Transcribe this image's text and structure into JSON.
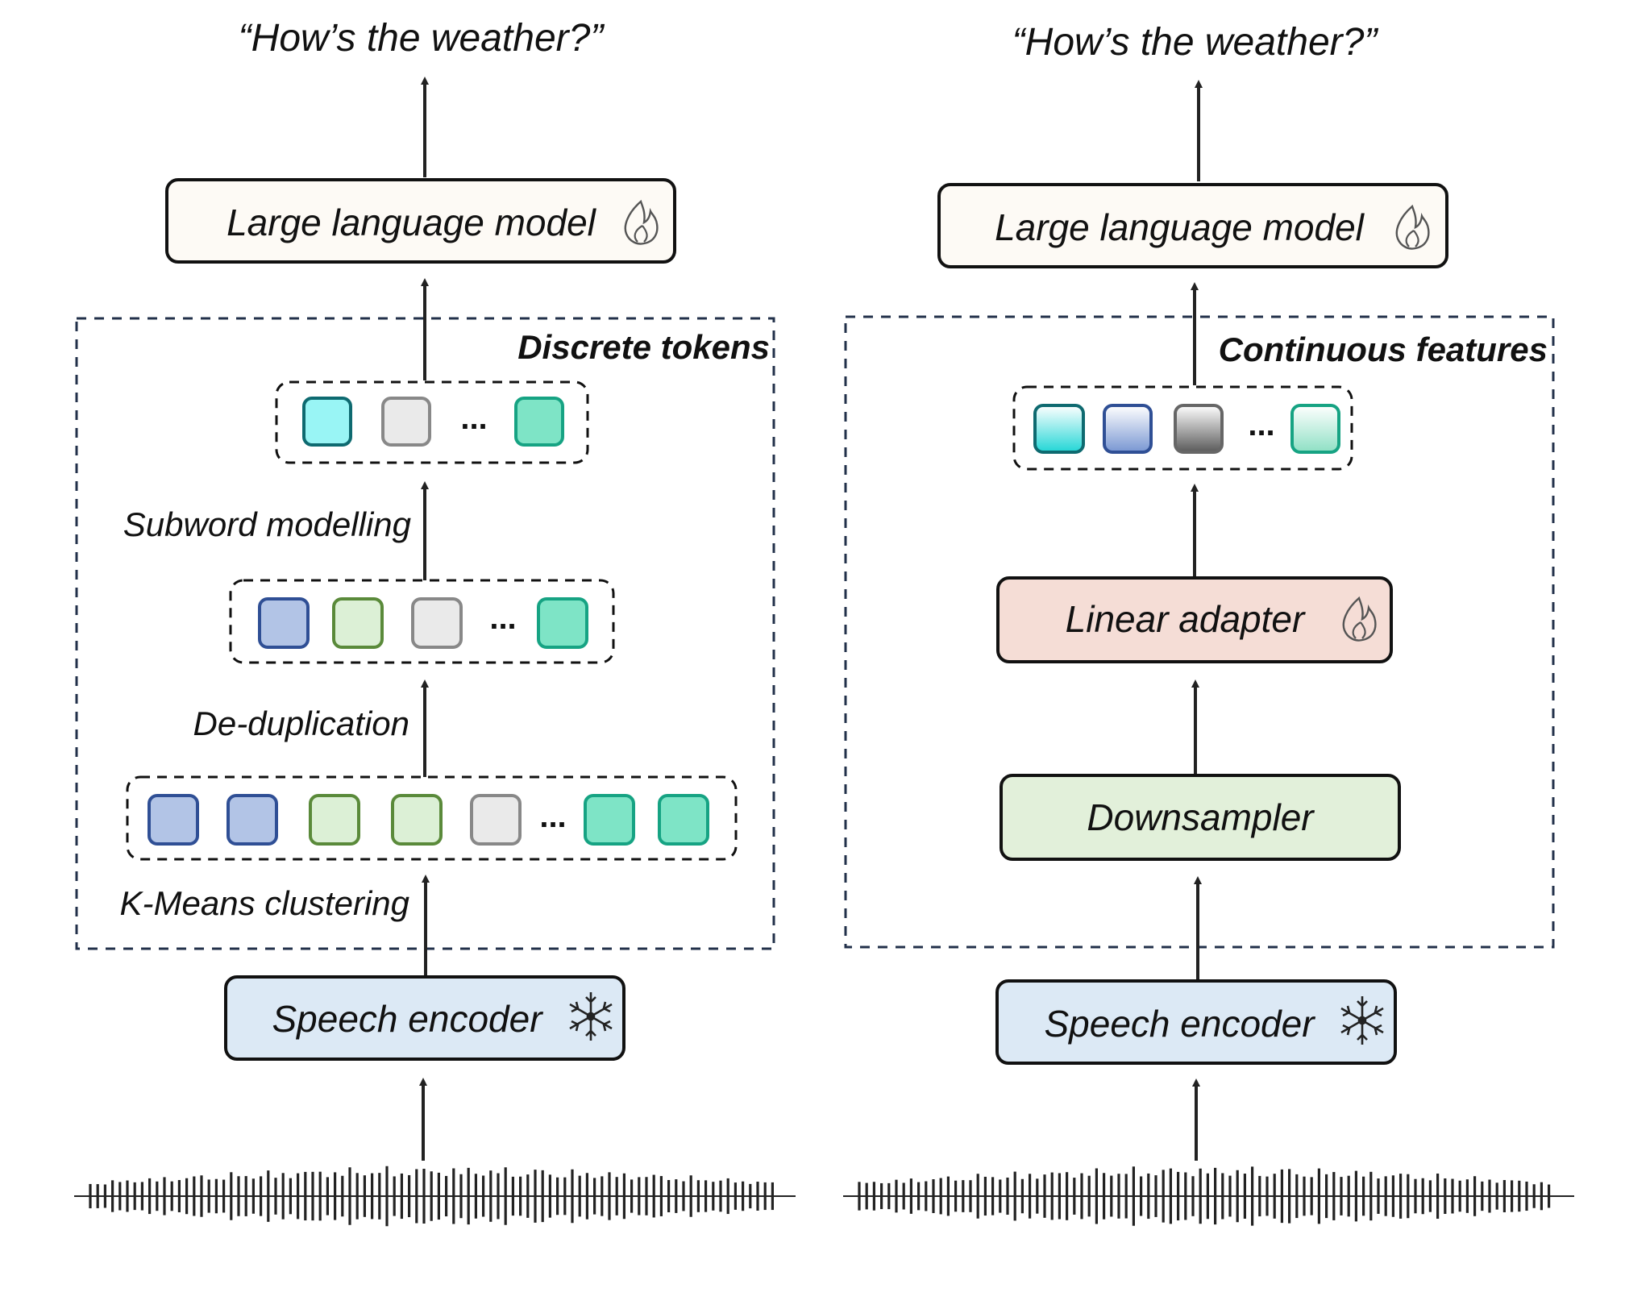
{
  "left": {
    "output_text": "“How’s the weather?”",
    "llm_label": "Large language model",
    "region_label": "Discrete tokens",
    "subword_label": "Subword modelling",
    "dedup_label": "De-duplication",
    "kmeans_label": "K-Means clustering",
    "encoder_label": "Speech encoder",
    "ellipsis": "..."
  },
  "right": {
    "output_text": "“How’s the weather?”",
    "llm_label": "Large language model",
    "region_label": "Continuous features",
    "adapter_label": "Linear adapter",
    "downsampler_label": "Downsampler",
    "encoder_label": "Speech encoder",
    "ellipsis": "..."
  },
  "icons": {
    "trainable": "fire-icon",
    "frozen": "snowflake-icon",
    "audio": "waveform-icon"
  },
  "colors": {
    "llm_fill": "#fdfaf5",
    "encoder_fill": "#dce9f5",
    "adapter_fill": "#f5ddd6",
    "downsampler_fill": "#e2f0da",
    "stroke": "#111111",
    "region_dash": "#22304a",
    "token_cyan": "#99f5f5",
    "token_gray": "#eaeaea",
    "token_teal": "#7ee4c6",
    "token_blue": "#b2c4e6",
    "token_green": "#dcf0d6"
  }
}
